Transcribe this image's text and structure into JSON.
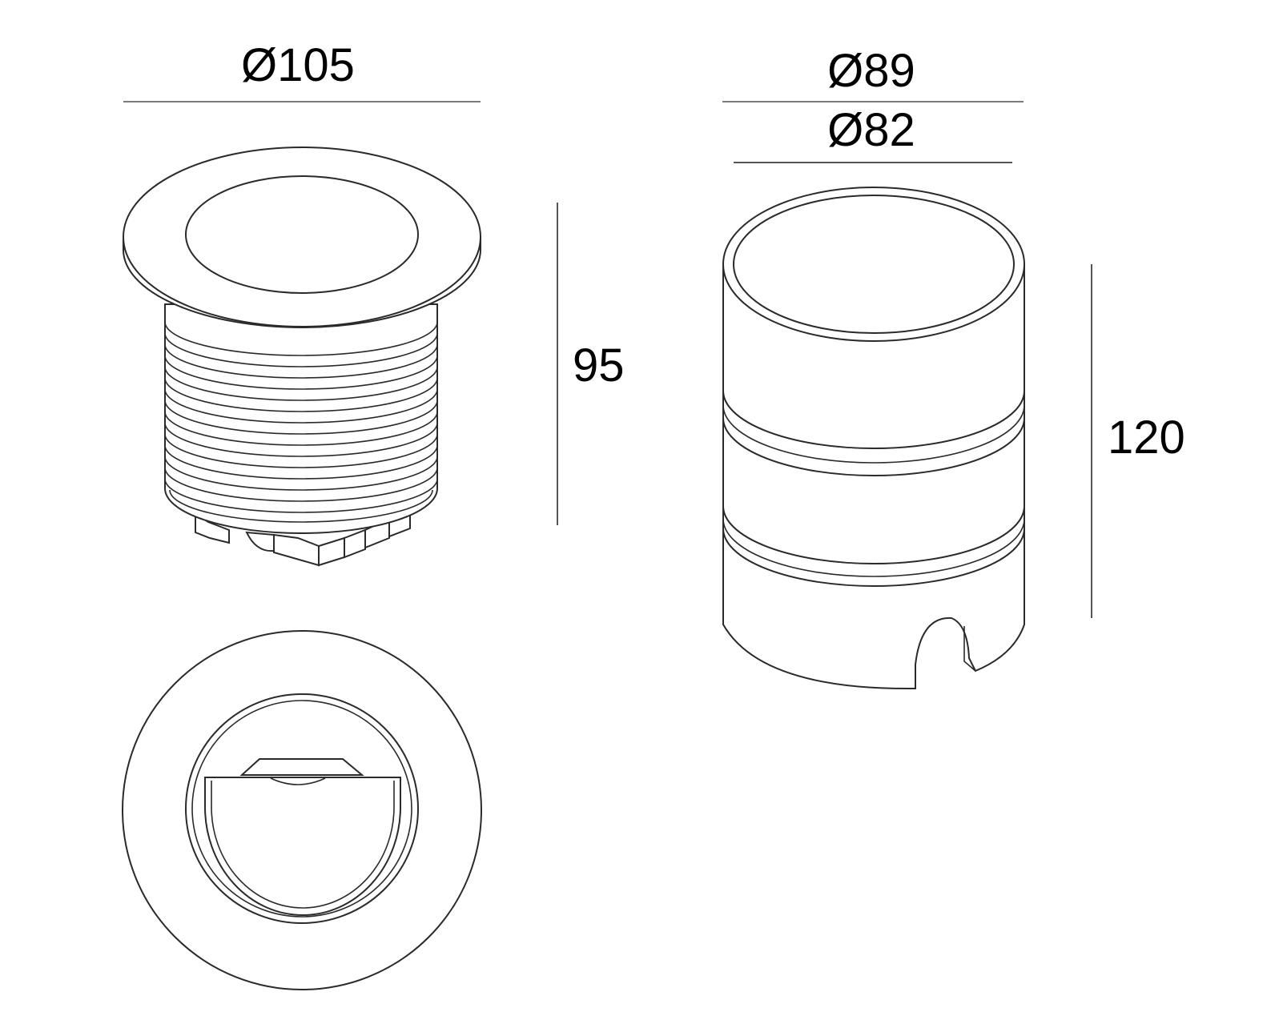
{
  "dimensions": {
    "fixture_outer_diameter": "Ø105",
    "fixture_height": "95",
    "housing_outer_diameter": "Ø89",
    "housing_inner_diameter": "Ø82",
    "housing_height": "120"
  },
  "colors": {
    "line": "#2a2a2a",
    "dimension_line": "#7a7a7a",
    "background": "#ffffff"
  }
}
